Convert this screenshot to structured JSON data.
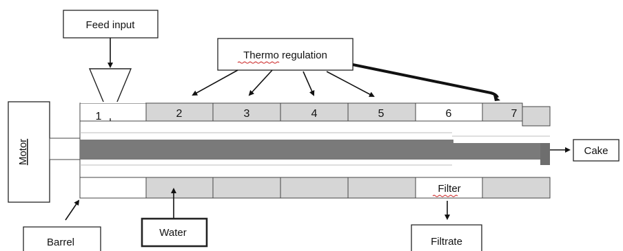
{
  "labels": {
    "feed_input": "Feed input",
    "thermo_misspelled": "Thermo",
    "thermo_rest": " regulation",
    "motor": "Motor",
    "cake": "Cake",
    "barrel": "Barrel",
    "water": "Water",
    "filter": "Filter",
    "filtrate": "Filtrate"
  },
  "zones": [
    {
      "label": "1"
    },
    {
      "label": "2"
    },
    {
      "label": "3"
    },
    {
      "label": "4"
    },
    {
      "label": "5"
    },
    {
      "label": "6"
    },
    {
      "label": "7"
    }
  ],
  "colors": {
    "zone_shaded": "#d6d6d6",
    "screw_shaft": "#7a7a7a",
    "spellcheck_underline": "#d03a3a"
  }
}
